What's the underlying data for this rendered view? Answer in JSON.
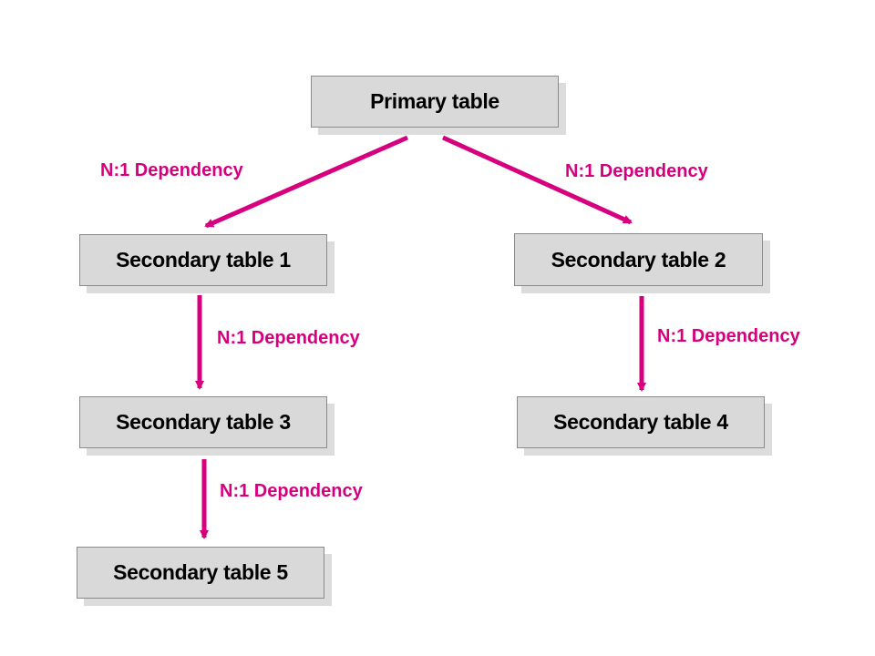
{
  "colors": {
    "edge": "#d6007f",
    "node_fill": "#d9d9d9",
    "node_border": "#8a8a8a",
    "node_shadow": "#dcdcdc"
  },
  "nodes": {
    "primary": {
      "label": "Primary table"
    },
    "secondary1": {
      "label": "Secondary table 1"
    },
    "secondary2": {
      "label": "Secondary table 2"
    },
    "secondary3": {
      "label": "Secondary table 3"
    },
    "secondary4": {
      "label": "Secondary table 4"
    },
    "secondary5": {
      "label": "Secondary table 5"
    }
  },
  "edges": [
    {
      "from": "primary",
      "to": "secondary1",
      "label": "N:1 Dependency"
    },
    {
      "from": "primary",
      "to": "secondary2",
      "label": "N:1 Dependency"
    },
    {
      "from": "secondary1",
      "to": "secondary3",
      "label": "N:1 Dependency"
    },
    {
      "from": "secondary2",
      "to": "secondary4",
      "label": "N:1 Dependency"
    },
    {
      "from": "secondary3",
      "to": "secondary5",
      "label": "N:1 Dependency"
    }
  ]
}
